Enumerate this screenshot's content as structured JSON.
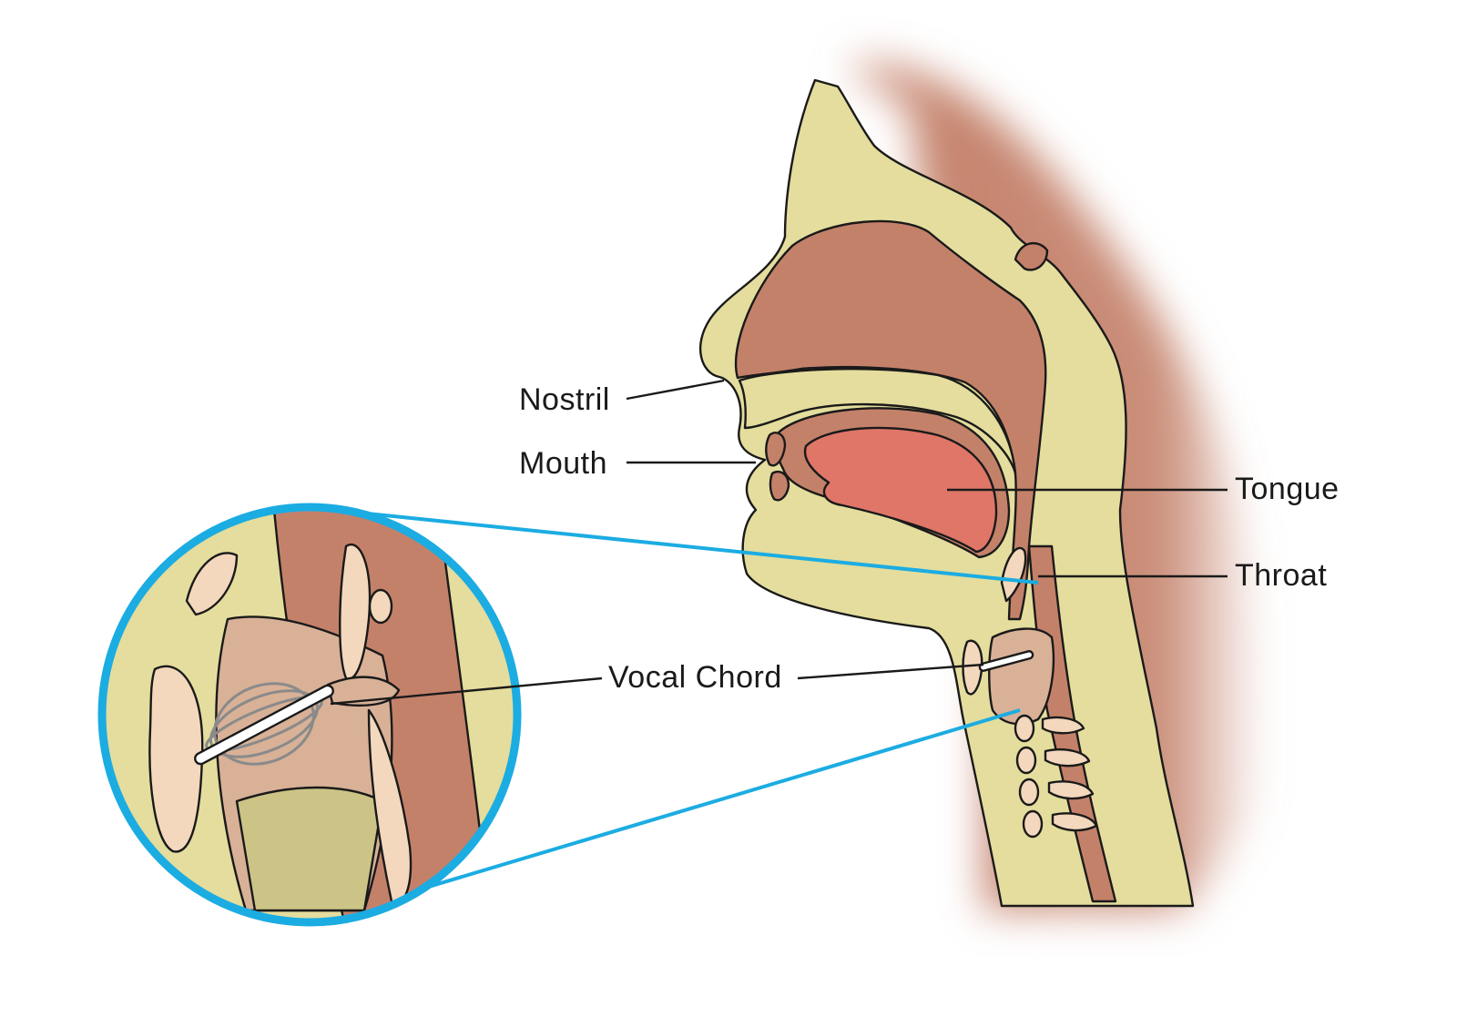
{
  "labels": {
    "nostril": "Nostril",
    "mouth": "Mouth",
    "tongue": "Tongue",
    "throat": "Throat",
    "vocal_chord": "Vocal Chord"
  },
  "colors": {
    "tissue_yellow": "#e4dd9d",
    "cavity_brown": "#c4816a",
    "tongue_red": "#df7668",
    "cartilage_tan": "#d8b197",
    "bone_pale": "#f3d8bd",
    "zoom_blue": "#1bace2",
    "line": "#1a1a1a"
  }
}
